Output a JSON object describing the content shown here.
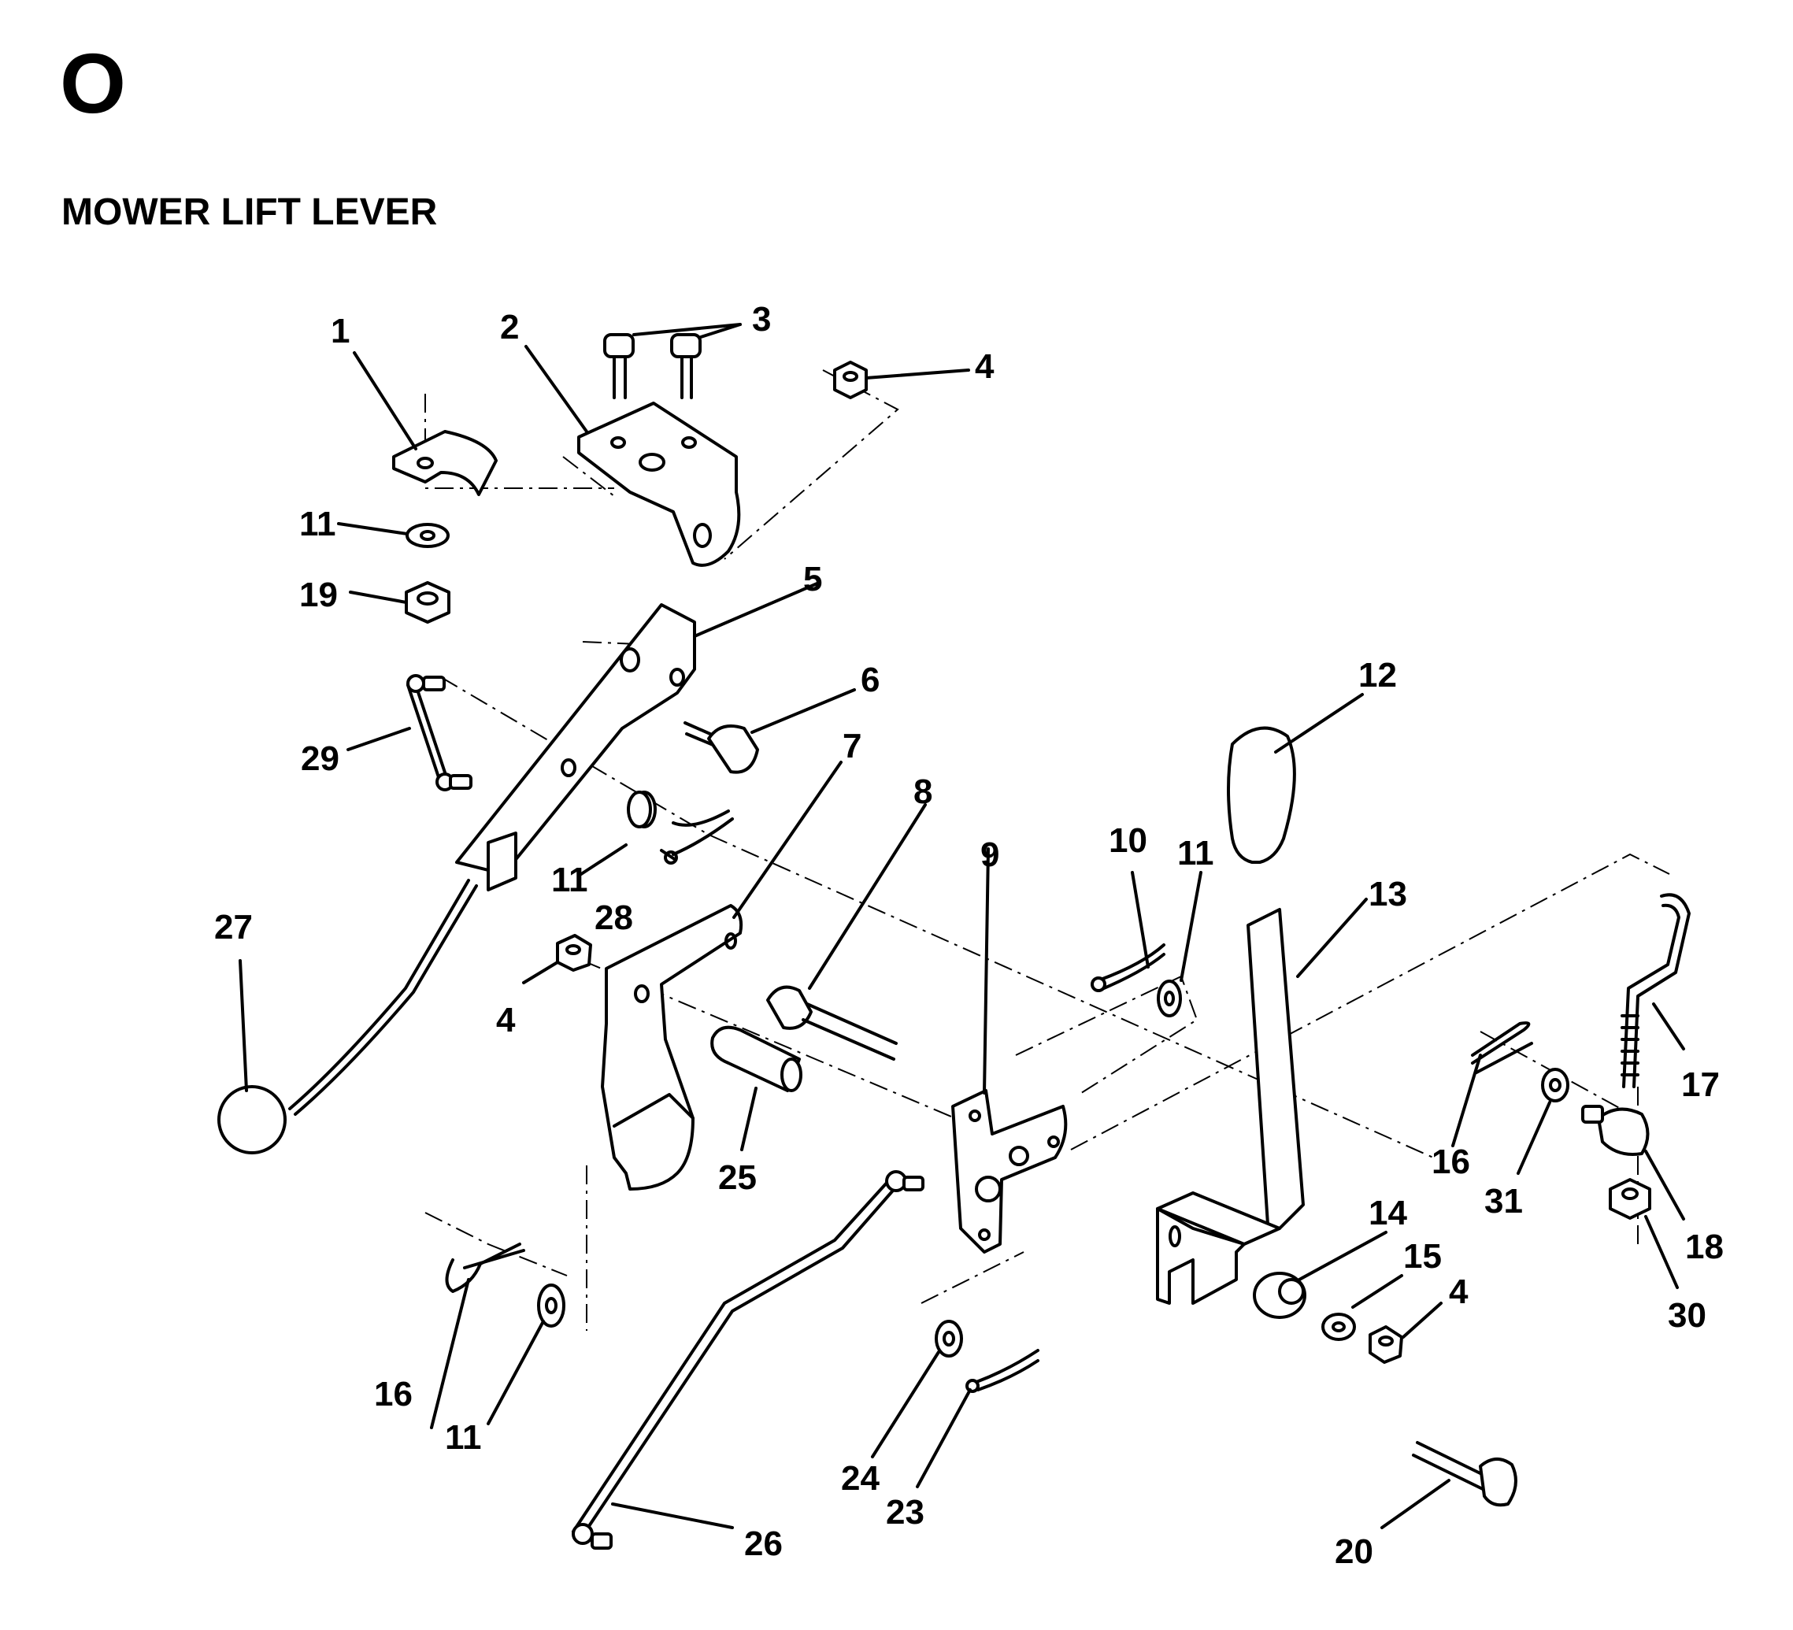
{
  "header": {
    "section_letter": "O",
    "title": "MOWER LIFT LEVER"
  },
  "callouts": [
    {
      "id": "c1",
      "label": "1"
    },
    {
      "id": "c2",
      "label": "2"
    },
    {
      "id": "c3",
      "label": "3"
    },
    {
      "id": "c4a",
      "label": "4"
    },
    {
      "id": "c5",
      "label": "5"
    },
    {
      "id": "c6",
      "label": "6"
    },
    {
      "id": "c7",
      "label": "7"
    },
    {
      "id": "c8",
      "label": "8"
    },
    {
      "id": "c9",
      "label": "9"
    },
    {
      "id": "c10",
      "label": "10"
    },
    {
      "id": "c11a",
      "label": "11"
    },
    {
      "id": "c11b",
      "label": "11"
    },
    {
      "id": "c11c",
      "label": "11"
    },
    {
      "id": "c11d",
      "label": "11"
    },
    {
      "id": "c12",
      "label": "12"
    },
    {
      "id": "c13",
      "label": "13"
    },
    {
      "id": "c14",
      "label": "14"
    },
    {
      "id": "c15",
      "label": "15"
    },
    {
      "id": "c4b",
      "label": "4"
    },
    {
      "id": "c4c",
      "label": "4"
    },
    {
      "id": "c16a",
      "label": "16"
    },
    {
      "id": "c16b",
      "label": "16"
    },
    {
      "id": "c17",
      "label": "17"
    },
    {
      "id": "c18",
      "label": "18"
    },
    {
      "id": "c19",
      "label": "19"
    },
    {
      "id": "c20",
      "label": "20"
    },
    {
      "id": "c23",
      "label": "23"
    },
    {
      "id": "c24",
      "label": "24"
    },
    {
      "id": "c25",
      "label": "25"
    },
    {
      "id": "c26",
      "label": "26"
    },
    {
      "id": "c27",
      "label": "27"
    },
    {
      "id": "c28",
      "label": "28"
    },
    {
      "id": "c29",
      "label": "29"
    },
    {
      "id": "c30",
      "label": "30"
    },
    {
      "id": "c31",
      "label": "31"
    }
  ]
}
